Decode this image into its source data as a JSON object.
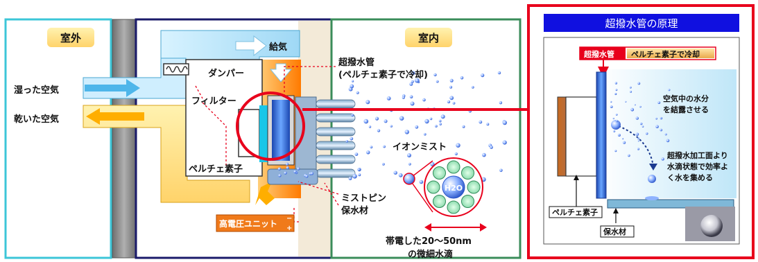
{
  "diagram": {
    "outdoor_label": "室外",
    "indoor_label": "室内",
    "supply_air_label": "給気",
    "damper_label": "ダンパー",
    "filter_label": "フィルター",
    "humid_air_label": "湿った空気",
    "dry_air_label": "乾いた空気",
    "superhydrophobic_tube_line1": "超撥水管",
    "superhydrophobic_tube_line2": "(ペルチェ素子で冷却)",
    "peltier_label": "ペルチェ素子",
    "ion_mist_label": "イオンミスト",
    "mist_pin_label": "ミストピン",
    "water_retainer_label": "保水材",
    "high_voltage_unit_label": "高電圧ユニット",
    "minus_sign": "−",
    "plus_sign": "+",
    "h2o_label": "H2O",
    "droplet_size_line1": "帯電した20～50nm",
    "droplet_size_line2": "の微細水滴"
  },
  "principle": {
    "title": "超撥水管の原理",
    "tube_tag": "超撥水管",
    "tube_tag_note": "ペルチェ素子で冷却",
    "condense_line1": "空気中の水分",
    "condense_line2": "を結露させる",
    "collect_line1": "超撥水加工面より",
    "collect_line2": "水滴状態で効率よ",
    "collect_line3": "く水を集める",
    "peltier_label": "ペルチェ素子",
    "retainer_label": "保水材"
  },
  "colors": {
    "highlight_red": "#e8001c",
    "title_blue": "#1010e0",
    "outdoor_border": "#3cc6d8",
    "indoor_border": "#3a8c5a",
    "wall_gray": "#8a8a8a",
    "duct_blue": "#bfe8f8",
    "duct_yellow": "#ffe08a",
    "orange_unit": "#ff8a00",
    "droplet_blue": "#4f7fe8"
  }
}
